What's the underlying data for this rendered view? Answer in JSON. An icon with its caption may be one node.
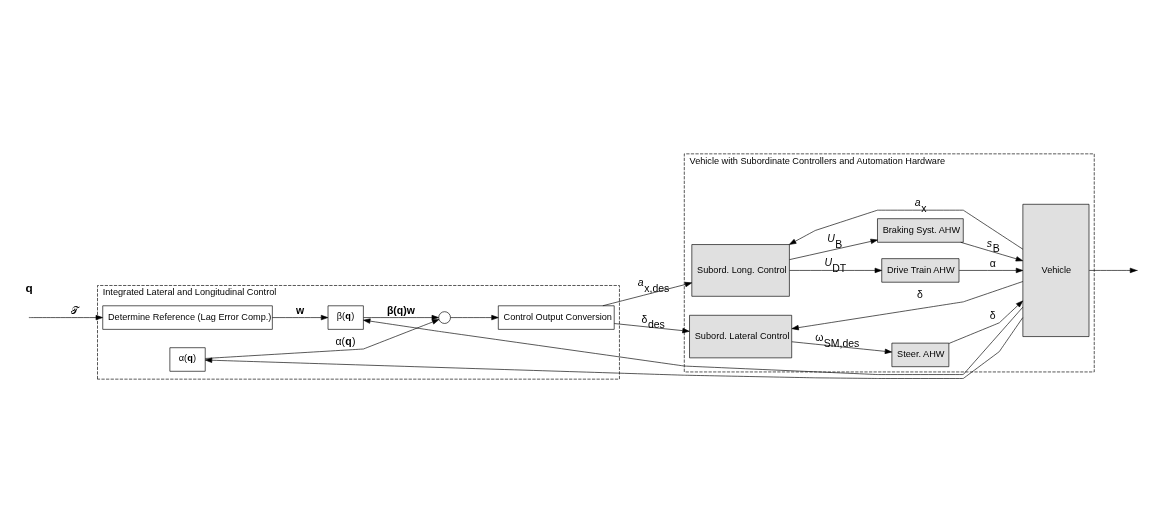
{
  "diagram": {
    "nodes": [
      {
        "text": [
          "Integrated Lateral and Longitudinal Control"
        ]
      },
      {
        "text": [
          "Determine Reference (Lag Error Comp.)"
        ],
        "in": 0
      },
      {
        "text": [
          "β(**q**)"
        ],
        "in": 0
      },
      {
        "text": [],
        "shape": "circle",
        "in": 0
      },
      {
        "text": [
          "α(**q**)"
        ],
        "in": 0
      },
      {
        "text": [
          "Control Output Conversion"
        ],
        "in": 0
      },
      {
        "text": [
          "Vehicle with Subordinate Controllers and Automation Hardware"
        ]
      },
      {
        "text": [
          "Subord. Long. Control"
        ],
        "in": 6
      },
      {
        "text": [
          "Drive Train AHW"
        ],
        "in": 6
      },
      {
        "text": [
          "Braking Syst. AHW"
        ],
        "in": 6
      },
      {
        "text": [
          "Subord. Lateral Control"
        ],
        "in": 6
      },
      {
        "text": [
          "Steer. AHW"
        ],
        "in": 6
      },
      {
        "text": [
          "Vehicle"
        ],
        "in": 6
      }
    ],
    "edges": [
      {
        "from": null,
        "to": 1,
        "arrow": "to",
        "label": "𝒯"
      },
      {
        "from": 1,
        "to": 2,
        "arrow": "to",
        "label": "w"
      },
      {
        "from": 2,
        "to": 3,
        "arrow": "to",
        "label": "β(q)w"
      },
      {
        "from": 4,
        "to": 3,
        "arrow": "to",
        "label": "α(**q**)"
      },
      {
        "from": 3,
        "to": 5,
        "arrow": "to"
      },
      {
        "from": 5,
        "to": 7,
        "arrow": "to",
        "label": "*a*$_{x,des}$"
      },
      {
        "from": 5,
        "to": 10,
        "arrow": "to",
        "label": "δ$_{des}$"
      },
      {
        "from": 7,
        "to": 8,
        "arrow": "to",
        "label": "*U*$_{DT}$"
      },
      {
        "from": 7,
        "to": 9,
        "arrow": "to",
        "label": "*U*$_{B}$"
      },
      {
        "from": 8,
        "to": 12,
        "arrow": "to",
        "label": "α"
      },
      {
        "from": 9,
        "to": 12,
        "arrow": "to",
        "label": "*s*$_{B}$"
      },
      {
        "from": 12,
        "to": 7,
        "arrow": "to",
        "label": "*a*$_{x}$"
      },
      {
        "from": 10,
        "to": 11,
        "arrow": "to",
        "label": "ω$_{SM,des}$"
      },
      {
        "from": 11,
        "to": 12,
        "arrow": "to",
        "label": "δ"
      },
      {
        "from": 12,
        "to": 10,
        "arrow": "to",
        "label": "δ"
      },
      {
        "from": 12,
        "to": null,
        "arrow": "to"
      },
      {
        "from": 12,
        "to": 2,
        "arrow": "to"
      },
      {
        "from": 12,
        "to": 4,
        "arrow": "to"
      }
    ],
    "labels": [
      "**q**"
    ]
  }
}
